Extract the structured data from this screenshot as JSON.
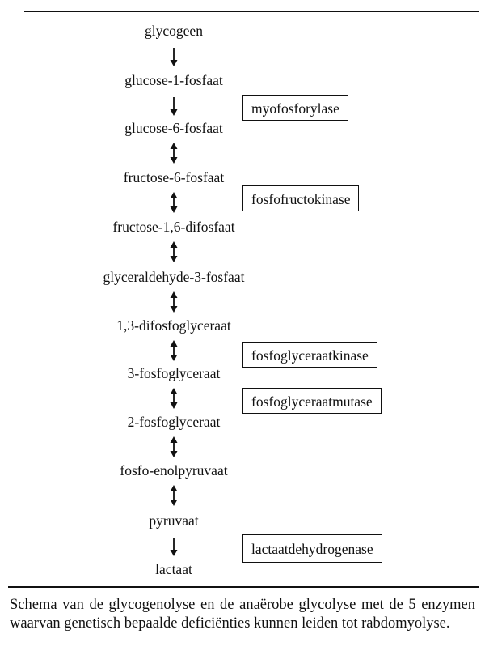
{
  "metabolites": [
    "glycogeen",
    "glucose-1-fosfaat",
    "glucose-6-fosfaat",
    "fructose-6-fosfaat",
    "fructose-1,6-difosfaat",
    "glyceraldehyde-3-fosfaat",
    "1,3-difosfoglyceraat",
    "3-fosfoglyceraat",
    "2-fosfoglyceraat",
    "fosfo-enolpyruvaat",
    "pyruvaat",
    "lactaat"
  ],
  "arrows": [
    "down",
    "down",
    "bidirectional",
    "bidirectional",
    "bidirectional",
    "bidirectional",
    "bidirectional",
    "bidirectional",
    "bidirectional",
    "bidirectional",
    "down"
  ],
  "enzymes": [
    "myofosforylase",
    "fosfofructokinase",
    "fosfoglyceraatkinase",
    "fosfoglyceraatmutase",
    "lactaatdehydrogenase"
  ],
  "caption": "Schema van de glycogenolyse en de anaërobe glycolyse met de 5 enzymen waarvan genetisch bepaalde deficiënties kunnen leiden tot rabdomyolyse."
}
